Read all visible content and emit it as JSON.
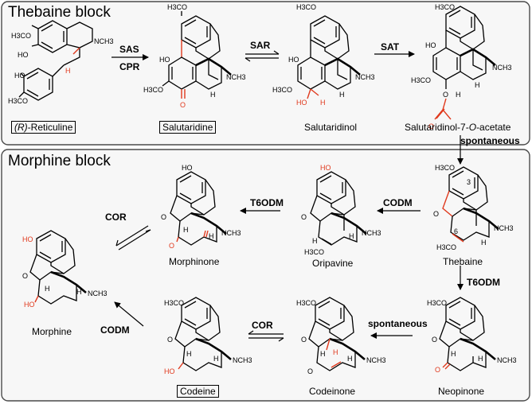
{
  "blocks": {
    "thebaine": "Thebaine block",
    "morphine": "Morphine block"
  },
  "compounds": {
    "reticuline_prefix": "(R)",
    "reticuline_suffix": "-Reticuline",
    "salutaridine": "Salutaridine",
    "salutaridinol": "Salutaridinol",
    "acetate_pre": "Salutaridinol-7-",
    "acetate_o": "O",
    "acetate_post": "-acetate",
    "thebaine": "Thebaine",
    "oripavine": "Oripavine",
    "morphinone": "Morphinone",
    "morphine": "Morphine",
    "codeine": "Codeine",
    "codeinone": "Codeinone",
    "neopinone": "Neopinone"
  },
  "enzymes": {
    "sas": "SAS",
    "cpr": "CPR",
    "sar": "SAR",
    "sat": "SAT",
    "spontaneous_1": "spontaneous",
    "codm_1": "CODM",
    "t6odm_1": "T6ODM",
    "cor_1": "COR",
    "t6odm_2": "T6ODM",
    "spontaneous_2": "spontaneous",
    "cor_2": "COR",
    "codm_2": "CODM"
  },
  "atoms": {
    "h3co": "H3CO",
    "ho": "HO",
    "nch3": "NCH3",
    "h": "H",
    "o": "O",
    "num3": "3",
    "num6": "6"
  },
  "colors": {
    "highlight": "#e03a1e",
    "ink": "#000000",
    "frame": "#4a4a4a",
    "block_fill": "#f7f7f7"
  }
}
